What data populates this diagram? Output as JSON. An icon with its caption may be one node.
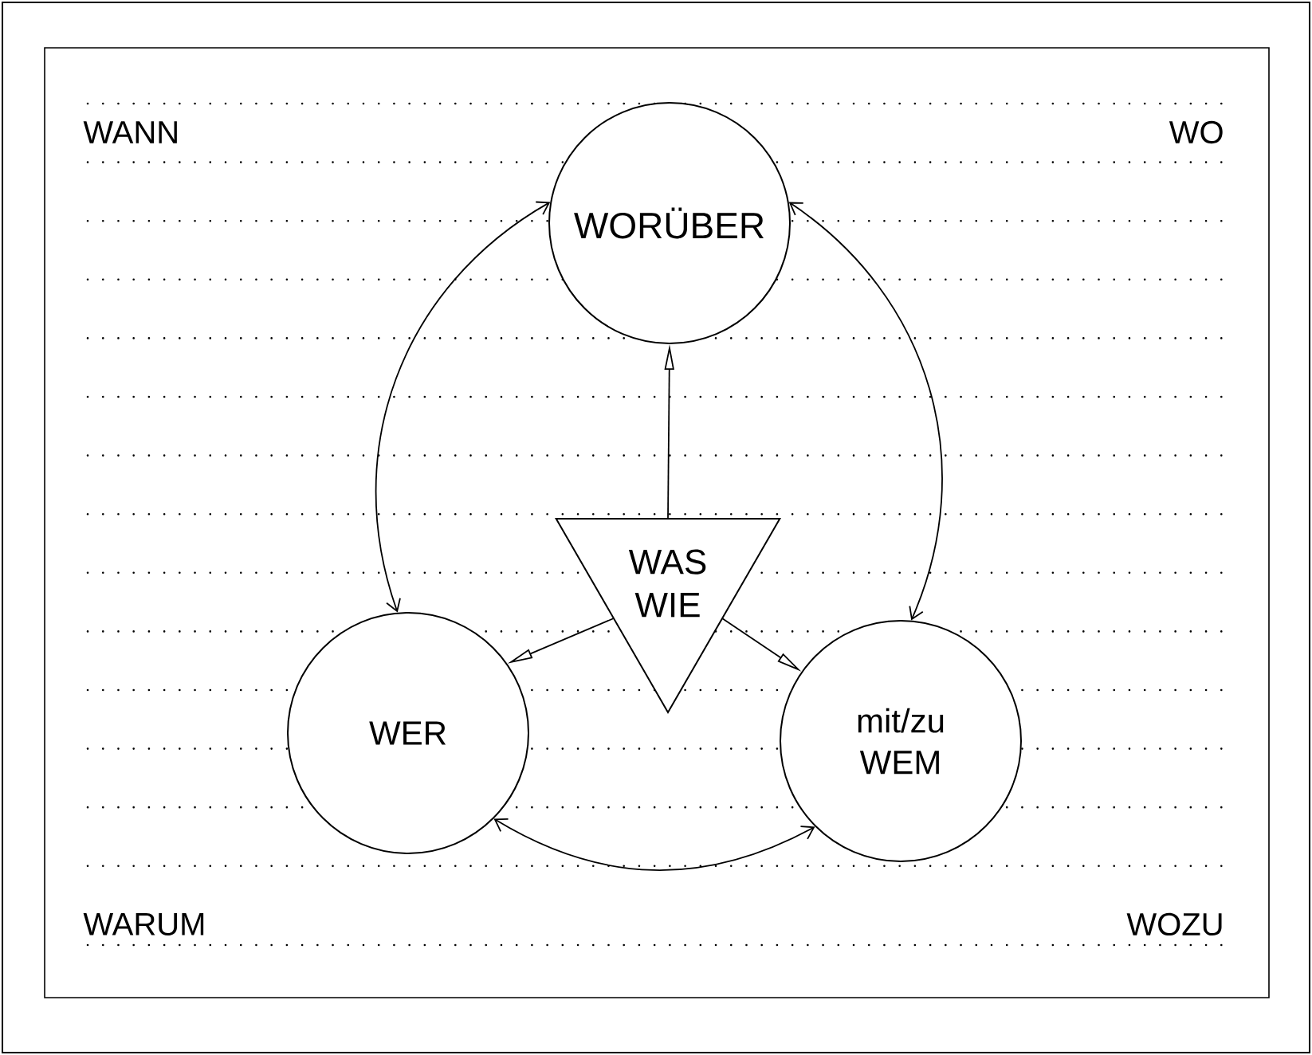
{
  "diagram": {
    "nodes": [
      {
        "text": [
          "WORÜBER"
        ]
      },
      {
        "text": [
          "WAS WIE"
        ]
      },
      {
        "text": [
          "WER"
        ]
      },
      {
        "text": [
          "mit/zu WEM"
        ]
      }
    ],
    "edges": [
      {
        "from": 0,
        "to": 2,
        "arrow": "both"
      },
      {
        "from": 0,
        "to": 3,
        "arrow": "both"
      },
      {
        "from": 2,
        "to": 3,
        "arrow": "both"
      },
      {
        "from": 1,
        "to": 0,
        "arrow": "to"
      },
      {
        "from": 1,
        "to": 2,
        "arrow": "to"
      },
      {
        "from": 1,
        "to": 3,
        "arrow": "to"
      }
    ],
    "labels": [
      "WANN",
      "WO",
      "WARUM",
      "WOZU"
    ]
  }
}
